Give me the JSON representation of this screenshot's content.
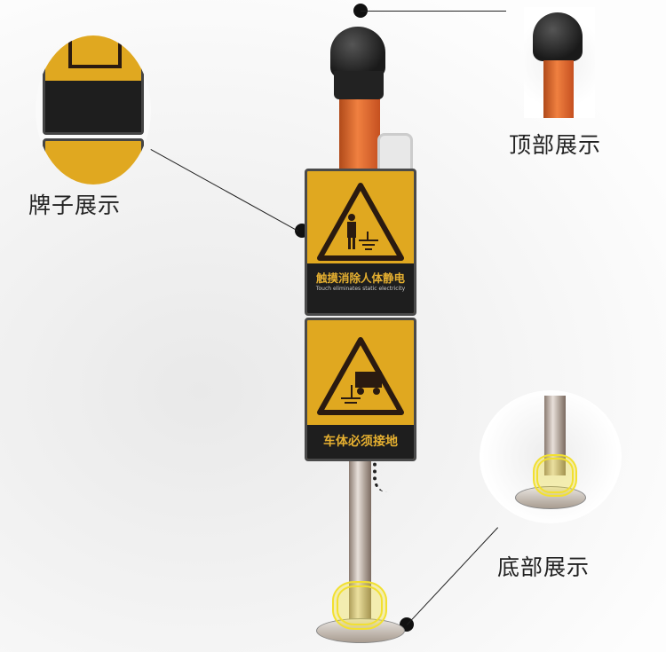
{
  "labels": {
    "top": "顶部展示",
    "sign": "牌子展示",
    "bottom": "底部展示"
  },
  "signs": [
    {
      "cn": "触摸消除人体静电",
      "en": "Touch eliminates static electricity"
    },
    {
      "cn": "车体必须接地"
    }
  ],
  "colors": {
    "sign_yellow": "#e0a820",
    "band_black": "#1e1e1e",
    "tube_orange": "#e0662a",
    "cable_yellow": "#f2e030"
  }
}
